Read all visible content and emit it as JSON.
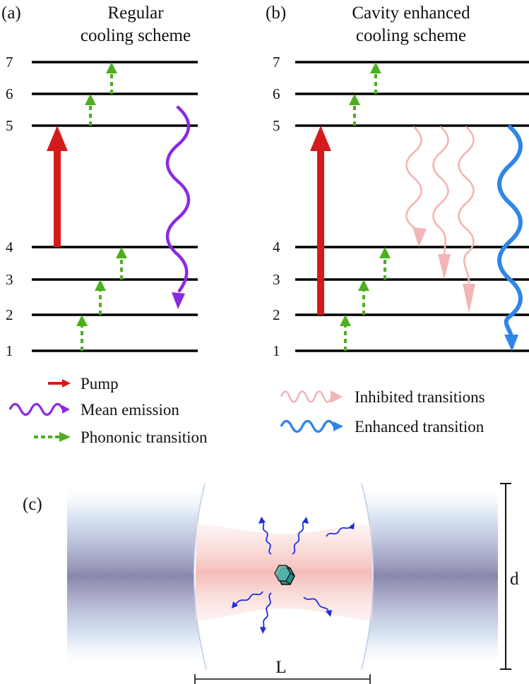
{
  "colors": {
    "pump": "#d41a1a",
    "mean_emission": "#8a2be2",
    "phononic": "#4caf20",
    "inhibited": "#f2b5b5",
    "enhanced": "#2f86e8",
    "level_line": "#000000",
    "beam": "#f6c9c6",
    "mirror": "#8e8fb3",
    "photon": "#1e2be0",
    "particle": "#2a8f88"
  },
  "panel_a": {
    "tag": "(a)",
    "title_line1": "Regular",
    "title_line2": "cooling scheme",
    "levels": [
      "1",
      "2",
      "3",
      "4",
      "5",
      "6",
      "7"
    ]
  },
  "panel_b": {
    "tag": "(b)",
    "title_line1": "Cavity enhanced",
    "title_line2": "cooling scheme",
    "levels": [
      "1",
      "2",
      "3",
      "4",
      "5",
      "6",
      "7"
    ]
  },
  "legend_a": {
    "pump": "Pump",
    "mean_emission": "Mean emission",
    "phononic": "Phononic transition"
  },
  "legend_b": {
    "inhibited": "Inhibited transitions",
    "enhanced": "Enhanced transition"
  },
  "panel_c": {
    "tag": "(c)",
    "length_label": "L",
    "diameter_label": "d"
  }
}
